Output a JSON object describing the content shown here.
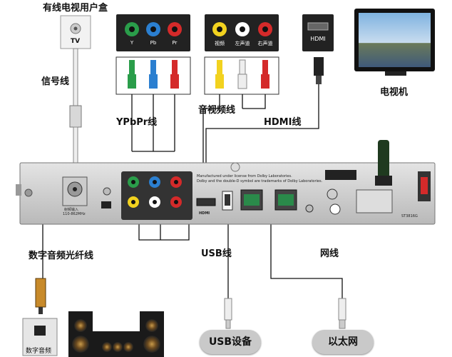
{
  "labels": {
    "cable_box": "有线电视用户盒",
    "tv_port": "TV",
    "signal_cable": "信号线",
    "ypbpr_cable": "YPbPr线",
    "av_cable": "音视频线",
    "hdmi_cable": "HDMI线",
    "tv_set": "电视机",
    "optical_cable": "数字音频光纤线",
    "usb_cable": "USB线",
    "network_cable": "网线",
    "usb_device": "USB设备",
    "ethernet": "以太网",
    "digital_audio": "数字音频",
    "hdmi_port": "HDMI"
  },
  "ypbpr_ports": [
    "Y",
    "Pb",
    "Pr"
  ],
  "av_ports": [
    "视频",
    "左声道",
    "右声道"
  ],
  "box_panel": {
    "rf_in": "射频输入",
    "rf_freq": "110-862MHz",
    "dolby_line1": "Manufactured under license from Dolby Laboratories.",
    "dolby_line2": "Dolby and the double-D symbol are trademarks of Dolby Laboratories.",
    "hdmi_mark": "HDMI",
    "model": "ST3816G"
  },
  "colors": {
    "y": "#2a9d4a",
    "pb": "#2b7fd0",
    "pr": "#d42a2a",
    "video": "#f2d21f",
    "left": "#ffffff",
    "right": "#d42a2a"
  }
}
